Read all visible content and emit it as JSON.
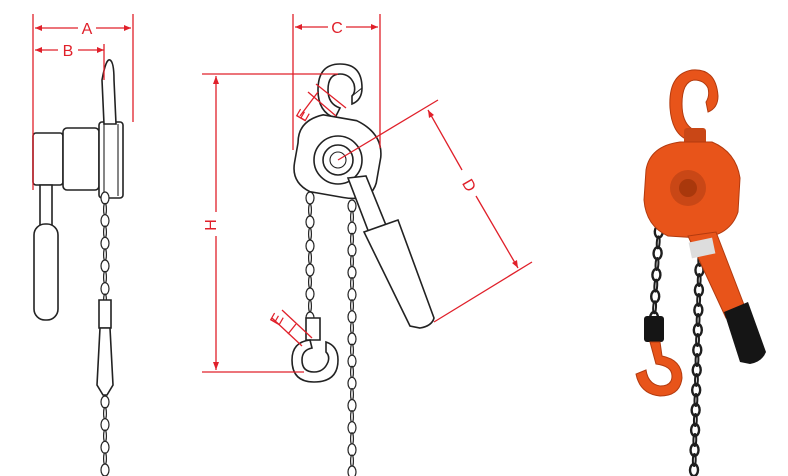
{
  "labels": {
    "a": "A",
    "b": "B",
    "c": "C",
    "d": "D",
    "e_top": "E",
    "e_bottom": "E",
    "h": "H"
  },
  "colors": {
    "dimension": "#e0202a",
    "ink": "#222222",
    "hoist_body": "#e8541a",
    "hoist_dark": "#b33a0e",
    "chain": "#1e1e1e",
    "handle_grip": "#151515"
  }
}
